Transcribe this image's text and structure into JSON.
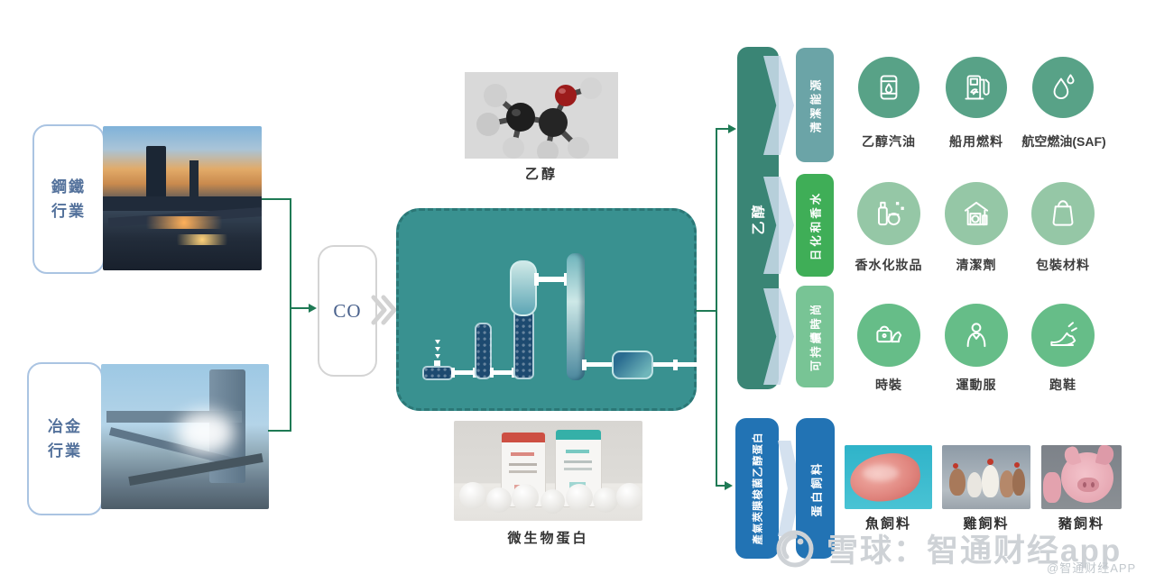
{
  "sources": {
    "steel": {
      "line1": "鋼鐵",
      "line2": "行業"
    },
    "metallurgy": {
      "line1": "冶金",
      "line2": "行業"
    }
  },
  "intermediate": {
    "co_label": "CO"
  },
  "products": {
    "ethanol_molecule_label": "乙醇",
    "microbial_protein_label": "微生物蛋白"
  },
  "output_bars": {
    "ethanol": "乙醇",
    "protein": "產氣莢膜梭菌乙醇蛋白",
    "protein_feed": "蛋白飼料"
  },
  "categories": [
    {
      "label": "清潔能源",
      "color": "#6ba4a7"
    },
    {
      "label": "日化和香水",
      "color": "#3fae57"
    },
    {
      "label": "可持續時尚",
      "color": "#78c495"
    }
  ],
  "applications": {
    "clean_energy": [
      {
        "label": "乙醇汽油",
        "icon": "oil-barrel-icon"
      },
      {
        "label": "船用燃料",
        "icon": "fuel-pump-leaf-icon"
      },
      {
        "label": "航空燃油(SAF)",
        "icon": "fuel-drops-icon"
      }
    ],
    "daily_chemicals": [
      {
        "label": "香水化妝品",
        "icon": "perfume-cosmetics-icon"
      },
      {
        "label": "清潔劑",
        "icon": "cleaning-appliance-icon"
      },
      {
        "label": "包裝材料",
        "icon": "packaging-bag-icon"
      }
    ],
    "fashion": [
      {
        "label": "時裝",
        "icon": "handbag-heel-icon"
      },
      {
        "label": "運動服",
        "icon": "sportswear-icon"
      },
      {
        "label": "跑鞋",
        "icon": "running-shoe-icon"
      }
    ]
  },
  "feeds": [
    {
      "label": "魚飼料"
    },
    {
      "label": "雞飼料"
    },
    {
      "label": "豬飼料"
    }
  ],
  "watermark": {
    "brand": "雪球：智通财经app",
    "corner": "@智通财经APP"
  },
  "colors": {
    "flow_line": "#1f7a55",
    "process_box": "#399190",
    "ethanol_bar": "#3a8575",
    "protein_bar": "#2273b4",
    "icon_row_clean_energy": "#58a287",
    "icon_row_daily_chemicals": "#95c7a6",
    "icon_row_fashion": "#66bd88",
    "chevron": "#cddcec",
    "source_box_border": "#aac4e2"
  }
}
